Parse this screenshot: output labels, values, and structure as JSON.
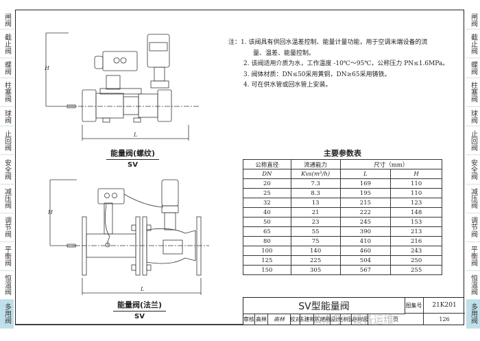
{
  "tabs": [
    "闸阀",
    "截止阀",
    "蝶阀",
    "柱塞阀",
    "球阀",
    "止回阀",
    "安全阀",
    "减压阀",
    "调节阀",
    "平衡阀",
    "恒温阀",
    "多用阀"
  ],
  "active_tab": "多用阀",
  "colors": {
    "active_tab": "#bfe0ea",
    "line": "#222222"
  },
  "drawings": {
    "threaded": {
      "title": "能量阀(螺纹)",
      "model": "SV",
      "dim_h": "H",
      "dim_l": "L"
    },
    "flanged": {
      "title": "能量阀(法兰)",
      "model": "SV",
      "dim_h": "H",
      "dim_l": "L"
    }
  },
  "notes": {
    "prefix": "注：",
    "lines": [
      "1. 该阀具有供回水温差控制、能量计量功能，用于空调末端设备的流",
      "量、温差、能量控制。",
      "2. 该阀适用介质为水，工作温度 -10℃～95℃，公称压力 PN≤1.6MPa。",
      "3. 阀体材质：DN≤50采用黄铜，DN≥65采用铸铁。",
      "4. 可在供水管或回水管上安装。"
    ]
  },
  "table": {
    "title": "主要参数表",
    "headers": {
      "dn": "公称直径",
      "dn_sym": "DN",
      "kvs": "流通能力",
      "kvs_sym": "Kvs(m³/h)",
      "size": "尺寸（mm）",
      "l": "L",
      "h": "H"
    },
    "rows": [
      [
        "20",
        "7.3",
        "169",
        "110"
      ],
      [
        "25",
        "8.3",
        "195",
        "110"
      ],
      [
        "32",
        "13",
        "215",
        "123"
      ],
      [
        "40",
        "21",
        "222",
        "148"
      ],
      [
        "50",
        "23",
        "245",
        "153"
      ],
      [
        "65",
        "55",
        "390",
        "213"
      ],
      [
        "80",
        "75",
        "410",
        "216"
      ],
      [
        "100",
        "140",
        "460",
        "243"
      ],
      [
        "125",
        "225",
        "504",
        "250"
      ],
      [
        "150",
        "305",
        "567",
        "255"
      ]
    ]
  },
  "title_block": {
    "title": "SV型能量阀",
    "atlas_label": "图集号",
    "atlas_no": "21K201",
    "review_label": "审核",
    "reviewer": "高林",
    "reviewer_sig": "高林",
    "check_label": "校对",
    "checker": "陈建新",
    "checker_sig": "陈建新",
    "design_label": "设计",
    "designer": "赵树园",
    "designer_sig": "赵树园",
    "page_label": "页",
    "page_no": "126"
  },
  "watermark": "公众号 · 设备运维"
}
